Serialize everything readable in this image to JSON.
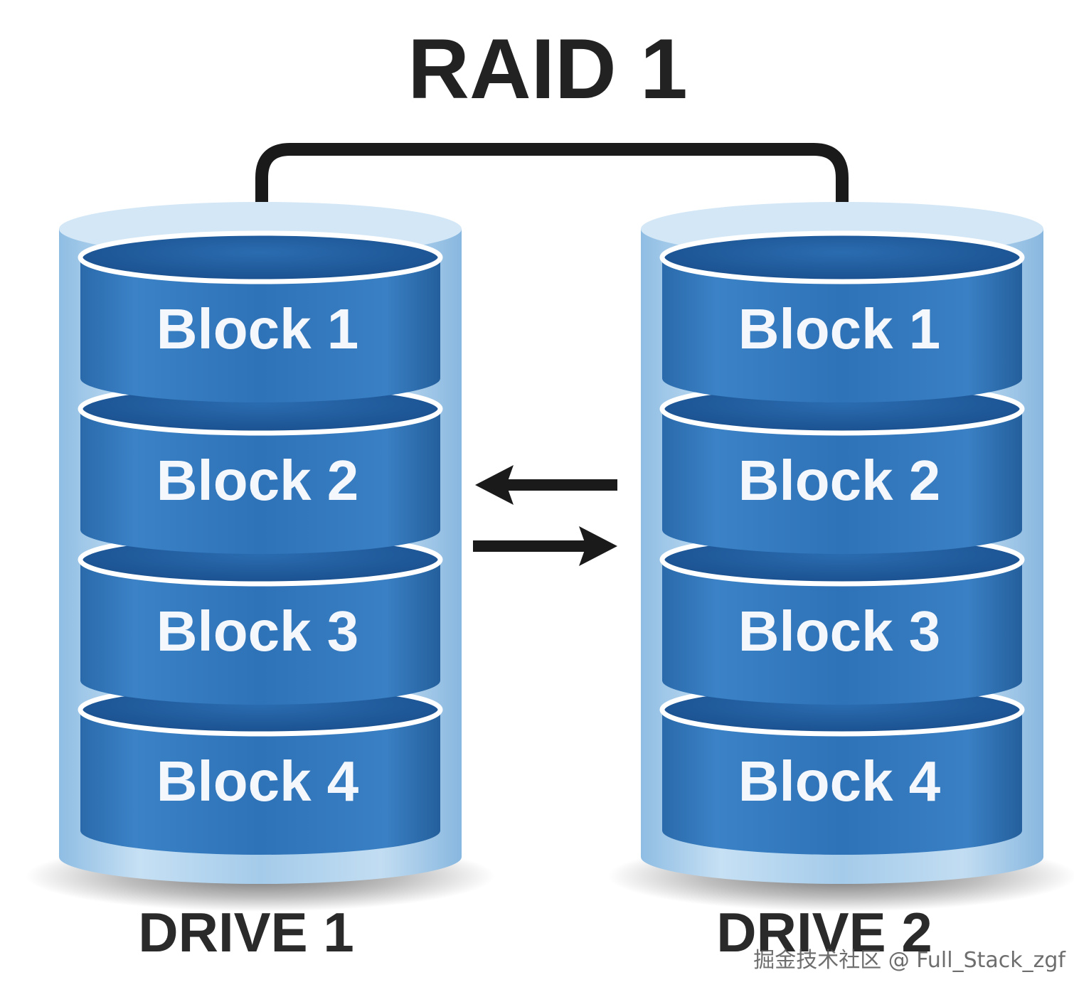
{
  "title": "RAID 1",
  "drives": [
    {
      "label": "DRIVE 1",
      "blocks": [
        "Block 1",
        "Block 2",
        "Block 3",
        "Block 4"
      ]
    },
    {
      "label": "DRIVE 2",
      "blocks": [
        "Block 1",
        "Block 2",
        "Block 3",
        "Block 4"
      ]
    }
  ],
  "watermark": "掘金技术社区 @ Full_Stack_zgf",
  "colors": {
    "block_face": "#2f72b4",
    "block_top": "#1f5a9a",
    "casing": "#a9cdea",
    "connector": "#1a1a1a",
    "label_text": "#f4f8fc"
  }
}
